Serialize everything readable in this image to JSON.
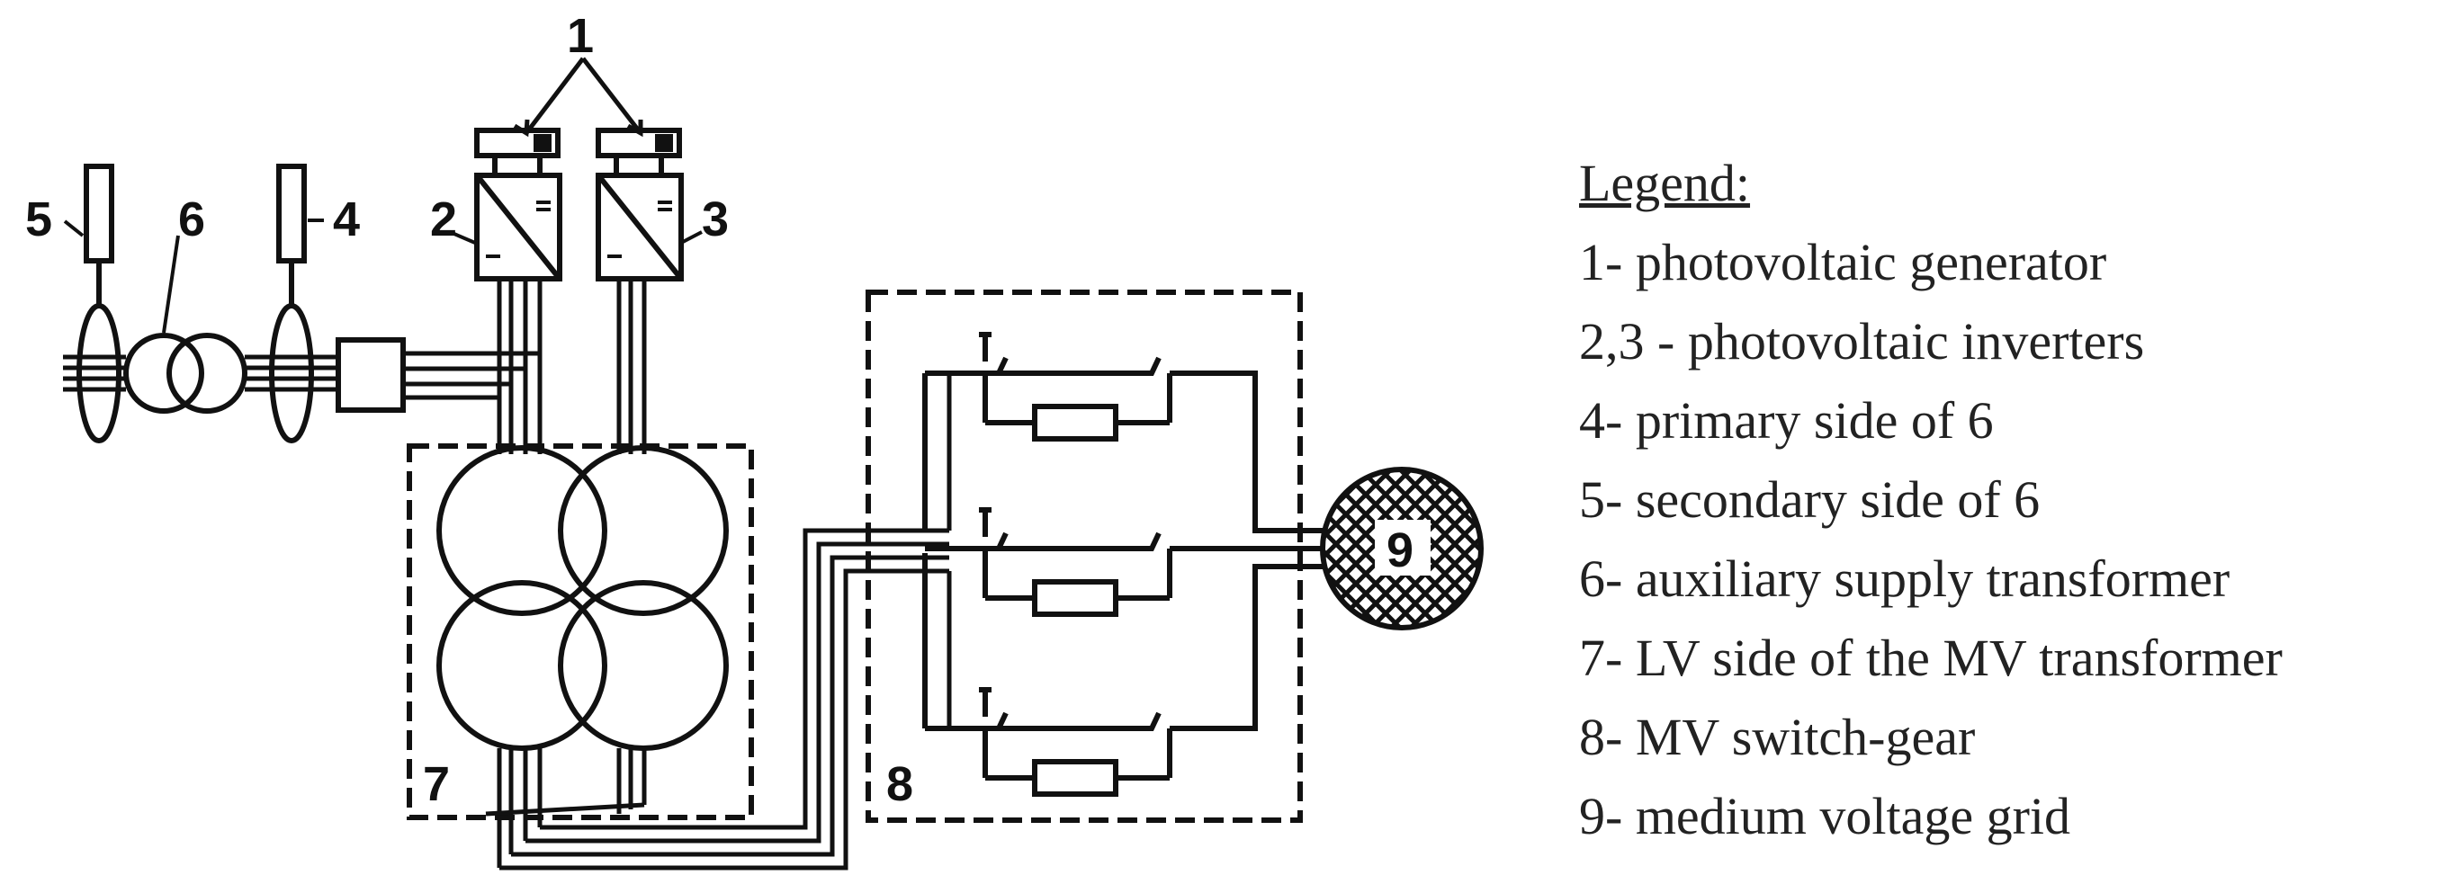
{
  "labels": {
    "n1": "1",
    "n2": "2",
    "n3": "3",
    "n4": "4",
    "n5": "5",
    "n6": "6",
    "n7": "7",
    "n8": "8",
    "n9": "9"
  },
  "legend": {
    "title": "Legend:",
    "items": [
      "1- photovoltaic generator",
      "2,3 - photovoltaic inverters",
      "4- primary side of 6",
      "5- secondary side of 6",
      "6- auxiliary supply transformer",
      "7- LV side of the MV transformer",
      "8- MV switch-gear",
      "9- medium voltage grid"
    ]
  }
}
